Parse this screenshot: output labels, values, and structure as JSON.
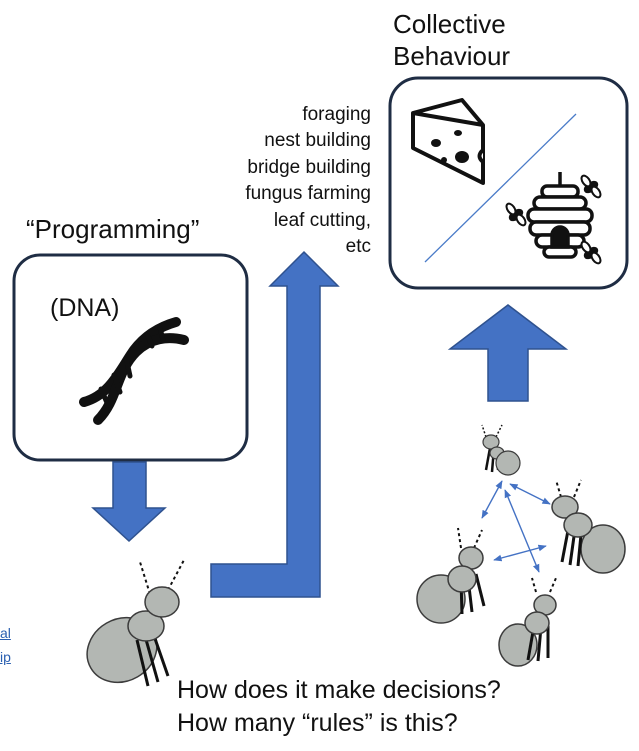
{
  "titles": {
    "collective_line1": "Collective",
    "collective_line2": "Behaviour",
    "programming": "“Programming”",
    "dna": "(DNA)"
  },
  "behaviours": [
    "foraging",
    "nest building",
    "bridge building",
    "fungus farming",
    "leaf cutting,",
    "etc"
  ],
  "questions": [
    "How does it make decisions?",
    "How many “rules” is this?"
  ],
  "edge_link_fragments": [
    "al",
    "ip"
  ],
  "icons": {
    "dna": "dna-helix-icon",
    "cheese": "cheese-icon",
    "hive": "beehive-icon",
    "bee": "bee-icon",
    "ant": "ant-icon"
  },
  "colors": {
    "box_border": "#1f2d44",
    "arrow_fill": "#4472c4",
    "arrow_edge": "#2f528f",
    "ant_body": "#b3b7b3",
    "ant_outline": "#3c3c3c",
    "link": "#2a5fb0"
  }
}
